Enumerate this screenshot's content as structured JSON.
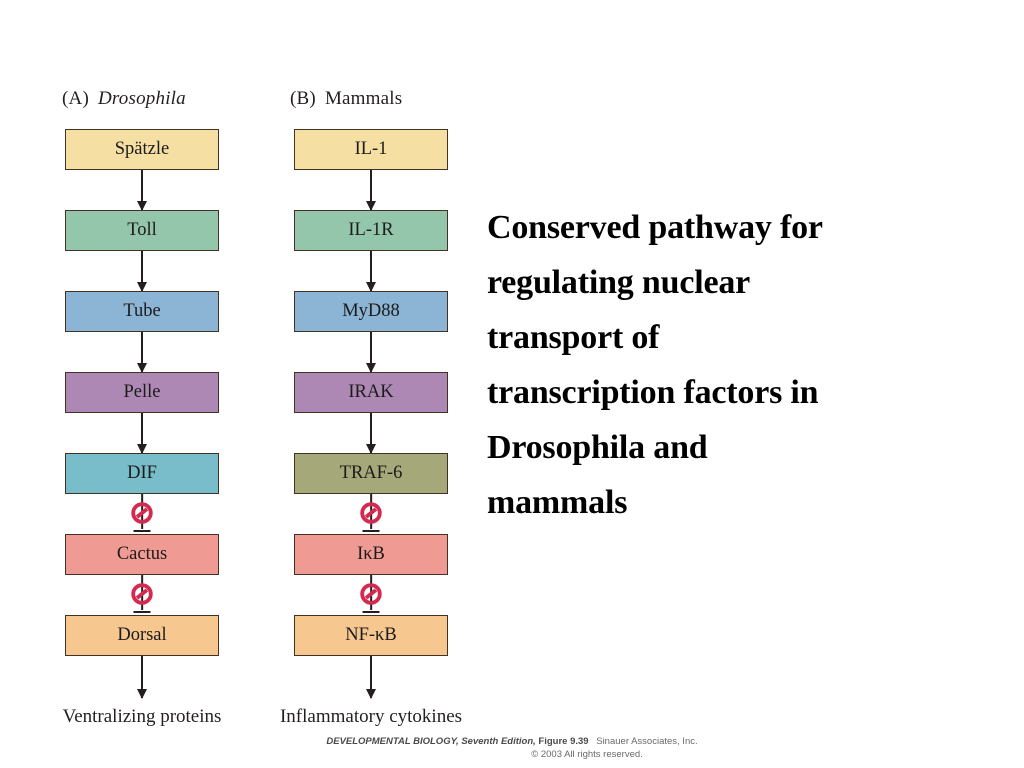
{
  "figure": {
    "title_lines": [
      "Conserved pathway for",
      "regulating nuclear",
      "transport of",
      "transcription factors in",
      "Drosophila and",
      "mammals"
    ],
    "credit": {
      "book": "DEVELOPMENTAL BIOLOGY,",
      "edition": "Seventh Edition,",
      "figure": "Figure 9.39",
      "publisher": "Sinauer Associates, Inc.",
      "copyright": "© 2003 All rights reserved."
    }
  },
  "panels": [
    {
      "tag": "(A)",
      "name": "Drosophila",
      "name_italic": true,
      "outcome": "Ventralizing proteins",
      "nodes": [
        {
          "label": "Spätzle",
          "color": "#F6DFA2",
          "link_to_next": "arrow"
        },
        {
          "label": "Toll",
          "color": "#93C6AB",
          "link_to_next": "arrow"
        },
        {
          "label": "Tube",
          "color": "#8CB4D4",
          "link_to_next": "arrow"
        },
        {
          "label": "Pelle",
          "color": "#AE88B4",
          "link_to_next": "arrow"
        },
        {
          "label": "DIF",
          "color": "#79BCCA",
          "link_to_next": "inhibit"
        },
        {
          "label": "Cactus",
          "color": "#EF9B94",
          "link_to_next": "inhibit"
        },
        {
          "label": "Dorsal",
          "color": "#F6C78E",
          "link_to_next": "arrow"
        }
      ]
    },
    {
      "tag": "(B)",
      "name": "Mammals",
      "name_italic": false,
      "outcome": "Inflammatory cytokines",
      "nodes": [
        {
          "label": "IL-1",
          "color": "#F6DFA2",
          "link_to_next": "arrow"
        },
        {
          "label": "IL-1R",
          "color": "#93C6AB",
          "link_to_next": "arrow"
        },
        {
          "label": "MyD88",
          "color": "#8CB4D4",
          "link_to_next": "arrow"
        },
        {
          "label": "IRAK",
          "color": "#AE88B4",
          "link_to_next": "arrow"
        },
        {
          "label": "TRAF-6",
          "color": "#A5A878",
          "link_to_next": "inhibit"
        },
        {
          "label": "IκB",
          "color": "#EF9B94",
          "link_to_next": "inhibit"
        },
        {
          "label": "NF-κB",
          "color": "#F6C78E",
          "link_to_next": "arrow"
        }
      ]
    }
  ],
  "style": {
    "inhibition_color": "#D42A4F",
    "line_color": "#231f20",
    "box_border": "#413224",
    "background": "#ffffff"
  }
}
